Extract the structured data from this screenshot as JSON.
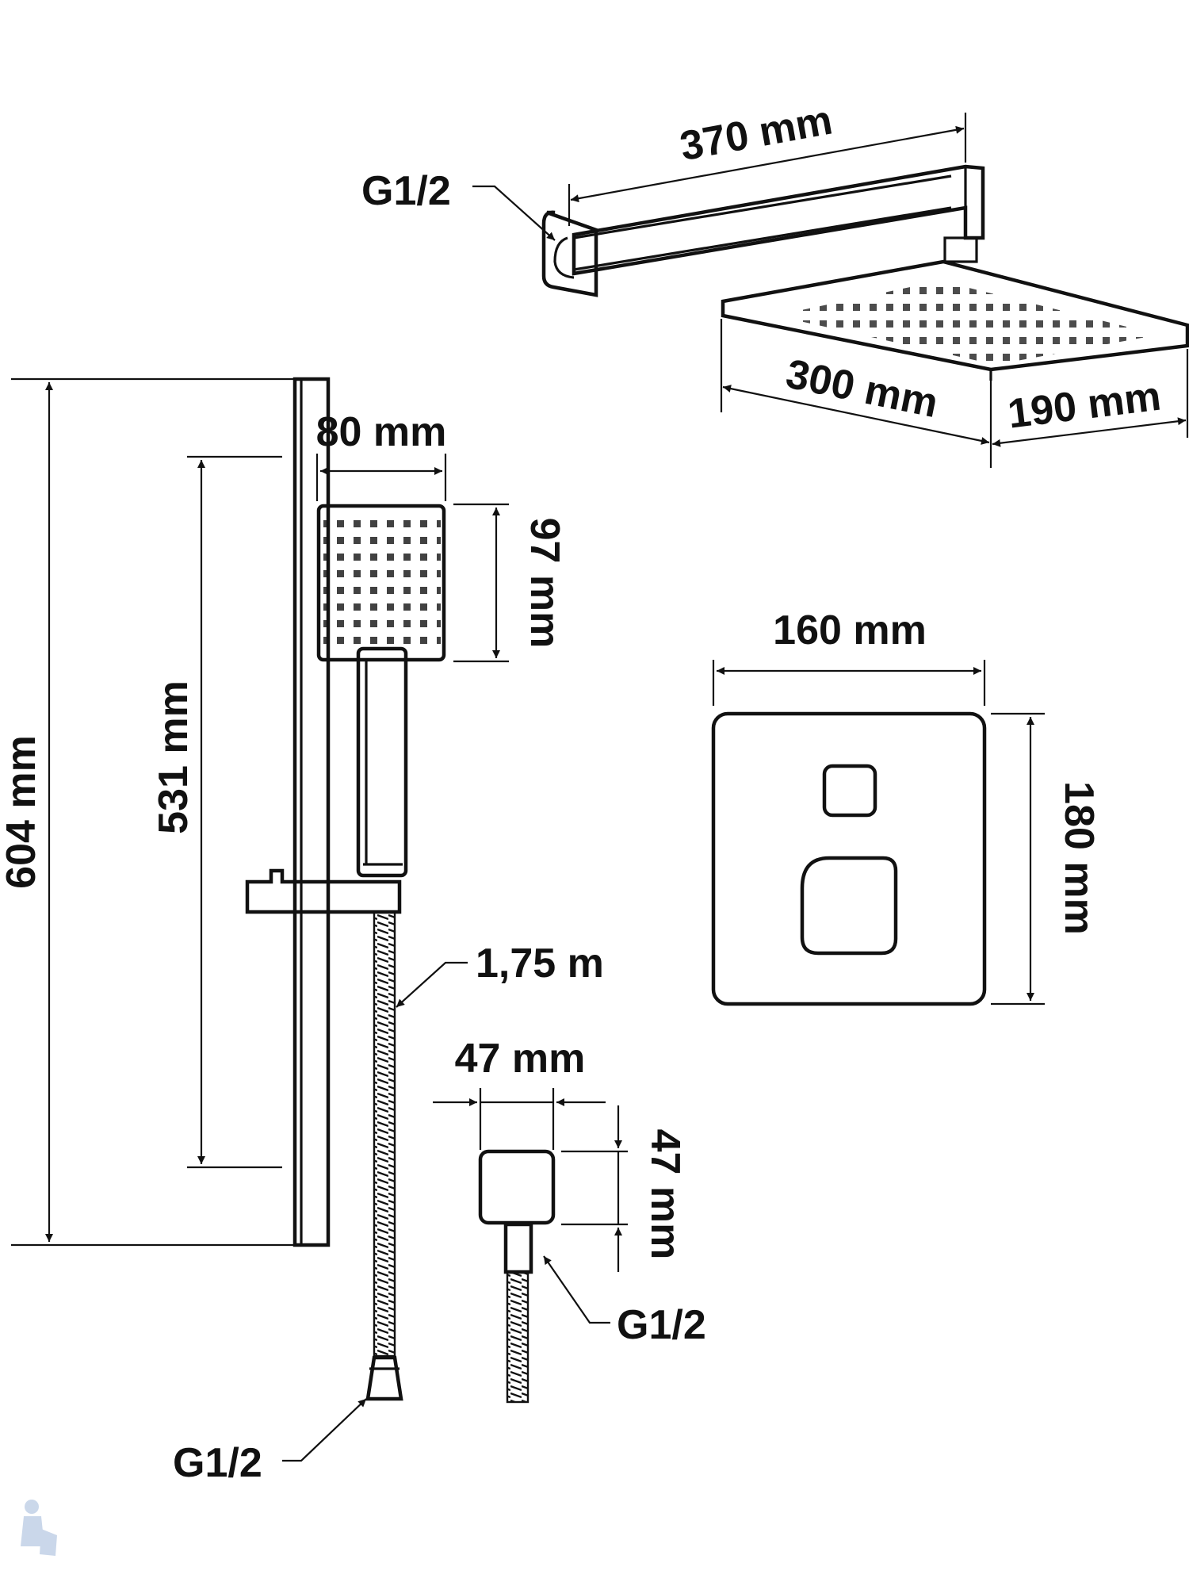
{
  "arm": {
    "length_label": "370 mm",
    "connection_label": "G1/2"
  },
  "head": {
    "length_label": "300 mm",
    "width_label": "190 mm"
  },
  "rail": {
    "total_label": "604 mm",
    "spacing_label": "531 mm"
  },
  "hand_shower": {
    "width_label": "80 mm",
    "height_label": "97 mm"
  },
  "hose": {
    "length_label": "1,75 m",
    "connection_label": "G1/2"
  },
  "outlet": {
    "width_label": "47 mm",
    "height_label": "47 mm",
    "connection_label": "G1/2"
  },
  "mixer_plate": {
    "width_label": "160 mm",
    "height_label": "180 mm"
  },
  "colors": {
    "line": "#111111",
    "background": "#ffffff"
  }
}
